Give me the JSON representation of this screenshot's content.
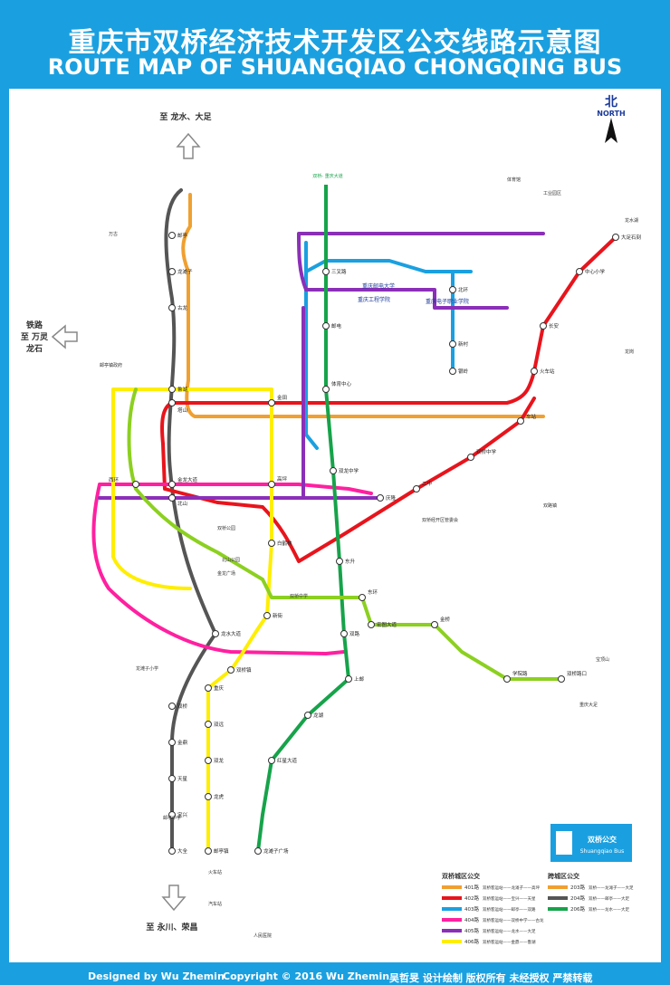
{
  "header": {
    "title_cn": "重庆市双桥经济技术开发区公交线路示意图",
    "title_en": "ROUTE MAP OF SHUANGQIAO CHONGQING BUS"
  },
  "compass": {
    "label_cn": "北",
    "label_en": "NORTH"
  },
  "directions": {
    "north": "至 龙水、大足",
    "west_1": "铁路",
    "west_2": "至 万灵",
    "west_3": "龙石",
    "south": "至 永川、荣昌"
  },
  "highway_label": "双桥-\n重庆大道",
  "stations": [
    "邮亭",
    "龙滩子",
    "古龙",
    "鲁湖",
    "塔山",
    "金龙大道",
    "北山",
    "龙水大道",
    "双桥",
    "金鼎",
    "天星",
    "宝兴",
    "大全",
    "重庆",
    "双远",
    "双龙",
    "龙虎",
    "邮亭镇",
    "龙滩子广场",
    "红星大道",
    "龙湖",
    "上邮",
    "双路",
    "东升",
    "双龙中学",
    "体育中心",
    "邮电",
    "三叉路",
    "金田",
    "高坪",
    "白鹤林",
    "新街",
    "双桥镇",
    "庆隆",
    "二中",
    "双桥中学",
    "车站",
    "火车站",
    "长安",
    "中心小学",
    "大足石刻",
    "北环",
    "新村",
    "银岭",
    "金桥",
    "学院路",
    "双桥路口",
    "宏图大道",
    "东环",
    "西环"
  ],
  "pois": [
    "重庆邮电大学",
    "重庆工程学院",
    "重庆电子职业学院",
    "双桥经开区管委会",
    "工业园区",
    "双桥中学",
    "邮亭中学",
    "火车站",
    "汽车站",
    "人民医院",
    "龙滩子小学",
    "双桥公园",
    "龙水湖",
    "体育馆",
    "重庆大足",
    "宝顶山",
    "龙岗",
    "双路镇",
    "北山公园",
    "万古",
    "邮亭镇政府",
    "金龙广场"
  ],
  "legend": {
    "urban_title": "双桥城区公交",
    "rural_title": "跨城区公交",
    "urban": [
      {
        "route": "401路",
        "color": "#f0a030",
        "desc": "双桥客运站——龙滩子——高坪"
      },
      {
        "route": "402路",
        "color": "#e8141c",
        "desc": "双桥客运站——宝兴——天星"
      },
      {
        "route": "403路",
        "color": "#1aa0e0",
        "desc": "双桥客运站——邮亭——双路"
      },
      {
        "route": "404路",
        "color": "#ff20a0",
        "desc": "双桥客运站——双桥中学——古龙"
      },
      {
        "route": "405路",
        "color": "#8b2fb8",
        "desc": "双桥客运站——龙水——大足"
      },
      {
        "route": "406路",
        "color": "#ffee00",
        "desc": "双桥客运站——金鼎——鲁湖"
      }
    ],
    "rural": [
      {
        "route": "203路",
        "color": "#f0a030",
        "desc": "双桥——龙滩子——大足"
      },
      {
        "route": "204路",
        "color": "#555555",
        "desc": "双桥——邮亭——大足"
      },
      {
        "route": "206路",
        "color": "#16a34a",
        "desc": "双桥——龙水——大足"
      }
    ]
  },
  "logo": {
    "cn": "双桥公交",
    "en": "Shuangqiao Bus"
  },
  "footer": {
    "designed_by": "Designed by Wu Zhemin",
    "copyright": "Copyright © 2016  Wu Zhemin",
    "notice": "吴哲旻 设计绘制  版权所有  未经授权 严禁转载"
  }
}
